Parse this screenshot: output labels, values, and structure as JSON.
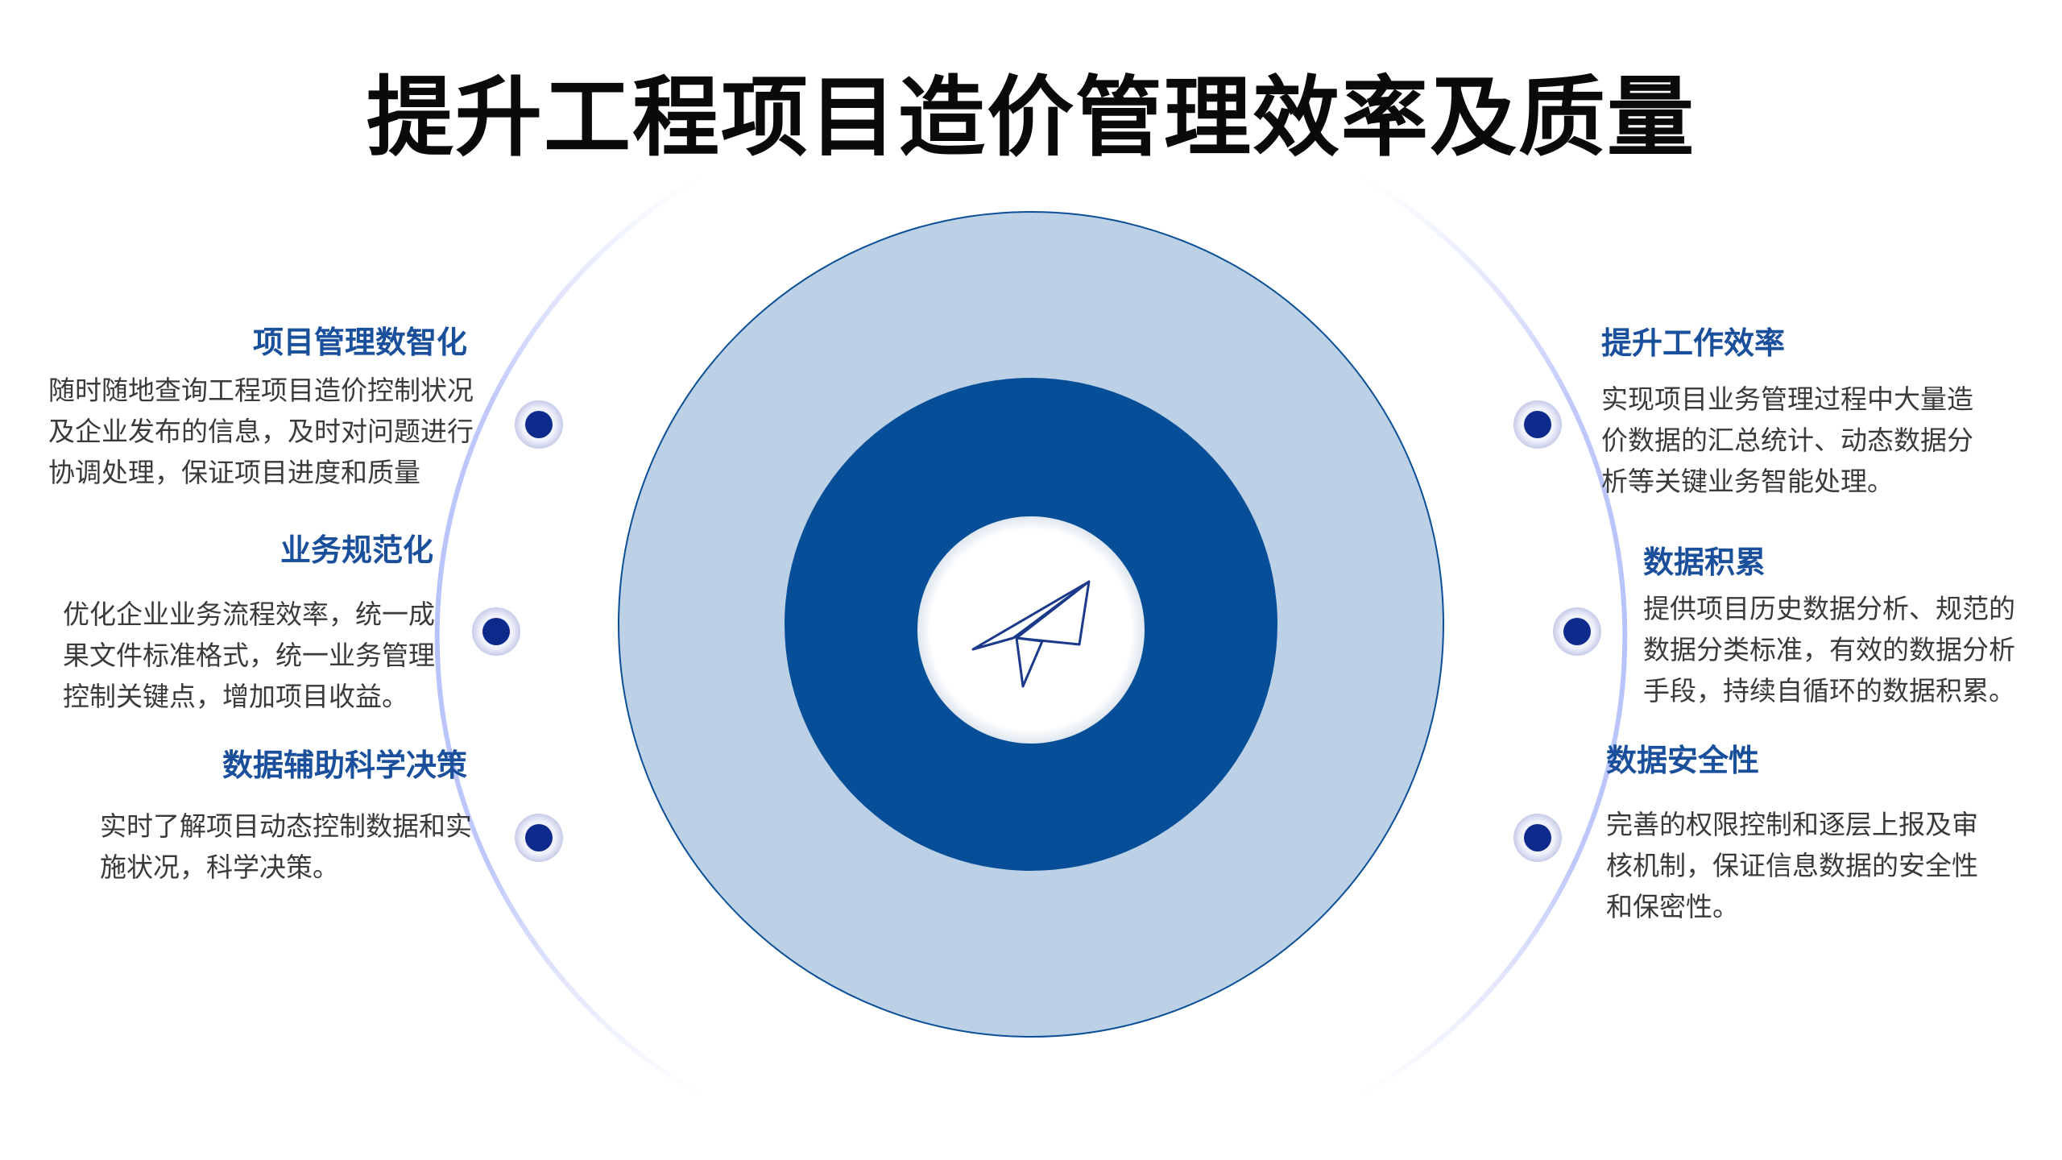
{
  "title": "提升工程项目造价管理效率及质量",
  "center_icon": "paper-plane-icon",
  "colors": {
    "outer_ring": "#bdd1e6",
    "inner_ring": "#064f98",
    "dot": "#0c2b8c",
    "heading": "#1a4f9c",
    "body_text": "#3a3a3a",
    "arc_halo": "#c9d1fb"
  },
  "left_items": [
    {
      "heading": "项目管理数智化",
      "lines": [
        "随时随地查询工程项目造价控制状况",
        "及企业发布的信息，及时对问题进行",
        "协调处理，保证项目进度和质量"
      ]
    },
    {
      "heading": "业务规范化",
      "lines": [
        "优化企业业务流程效率，统一成",
        "果文件标准格式，统一业务管理",
        "控制关键点，增加项目收益。"
      ]
    },
    {
      "heading": "数据辅助科学决策",
      "lines": [
        "实时了解项目动态控制数据和实",
        "施状况，科学决策。"
      ]
    }
  ],
  "right_items": [
    {
      "heading": "提升工作效率",
      "lines": [
        "实现项目业务管理过程中大量造",
        "价数据的汇总统计、动态数据分",
        "析等关键业务智能处理。"
      ]
    },
    {
      "heading": "数据积累",
      "lines": [
        "提供项目历史数据分析、规范的",
        "数据分类标准，有效的数据分析",
        "手段，持续自循环的数据积累。"
      ]
    },
    {
      "heading": "数据安全性",
      "lines": [
        "完善的权限控制和逐层上报及审",
        "核机制，保证信息数据的安全性",
        "和保密性。"
      ]
    }
  ]
}
